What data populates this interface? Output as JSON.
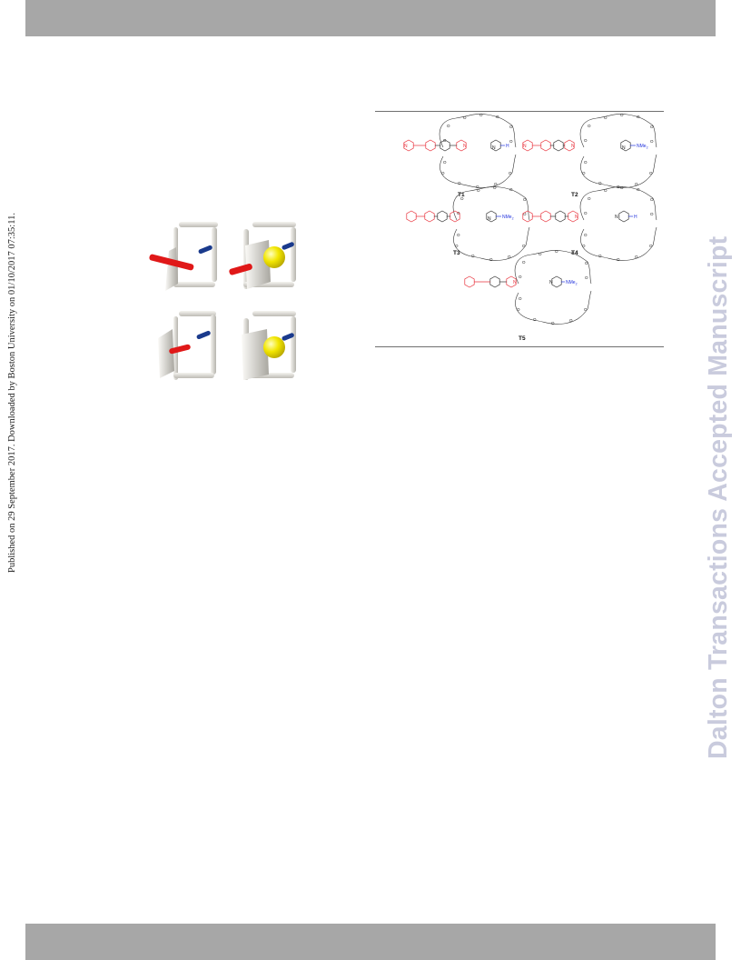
{
  "side_stamp": "Published on 29 September 2017. Downloaded by Boston University on 01/10/2017 07:35:11.",
  "watermark": "Dalton Transactions Accepted Manuscript",
  "colors": {
    "header_bar": "#a7a7a7",
    "watermark": "#c9cbdd",
    "red_fragment": "#e8323c",
    "blue_substituent": "#2233dd",
    "cage_frame": "#e2e0da",
    "red_rod": "#e01818",
    "blue_rod": "#1a3a8c",
    "yellow_sphere": "#f2e600"
  },
  "scheme": {
    "atom_labels": {
      "oxygen": "O",
      "nitrogen": "N",
      "hydrogen": "H",
      "dimethylamino": "NMe",
      "dimethylamino_sub": "2"
    },
    "compounds": [
      {
        "label": "T1",
        "substituent": "H"
      },
      {
        "label": "T2",
        "substituent": "NMe2"
      },
      {
        "label": "T3",
        "substituent": "NMe2"
      },
      {
        "label": "T4",
        "substituent": "H"
      },
      {
        "label": "T5",
        "substituent": "NMe2"
      }
    ]
  }
}
